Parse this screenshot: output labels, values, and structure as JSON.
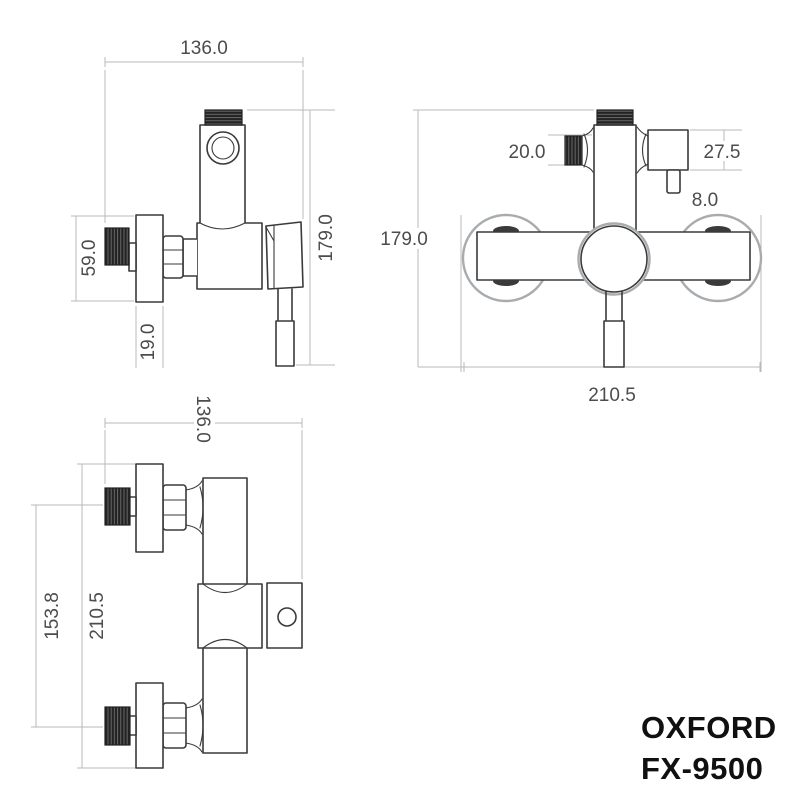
{
  "product": {
    "brand": "OXFORD",
    "model": "FX-9500"
  },
  "views": {
    "side_view": {
      "dim_width": "136.0",
      "dim_height": "179.0",
      "dim_flange_height": "59.0",
      "dim_flange_depth": "19.0"
    },
    "front_view": {
      "dim_inlet_length": "20.0",
      "dim_bracket_height": "27.5",
      "dim_stub": "8.0",
      "dim_height": "179.0",
      "dim_width": "210.5"
    },
    "top_view": {
      "dim_width": "136.0",
      "dim_inlet_spacing": "153.8",
      "dim_depth": "210.5"
    }
  },
  "colors": {
    "background": "#ffffff",
    "object_line": "#3a3a3a",
    "flange_circle_line": "#a8acaf",
    "dimension_line": "#b9b9b9",
    "dimension_text": "#4c4c4c",
    "threaded_fill": "#232323",
    "title_text": "#101010"
  }
}
